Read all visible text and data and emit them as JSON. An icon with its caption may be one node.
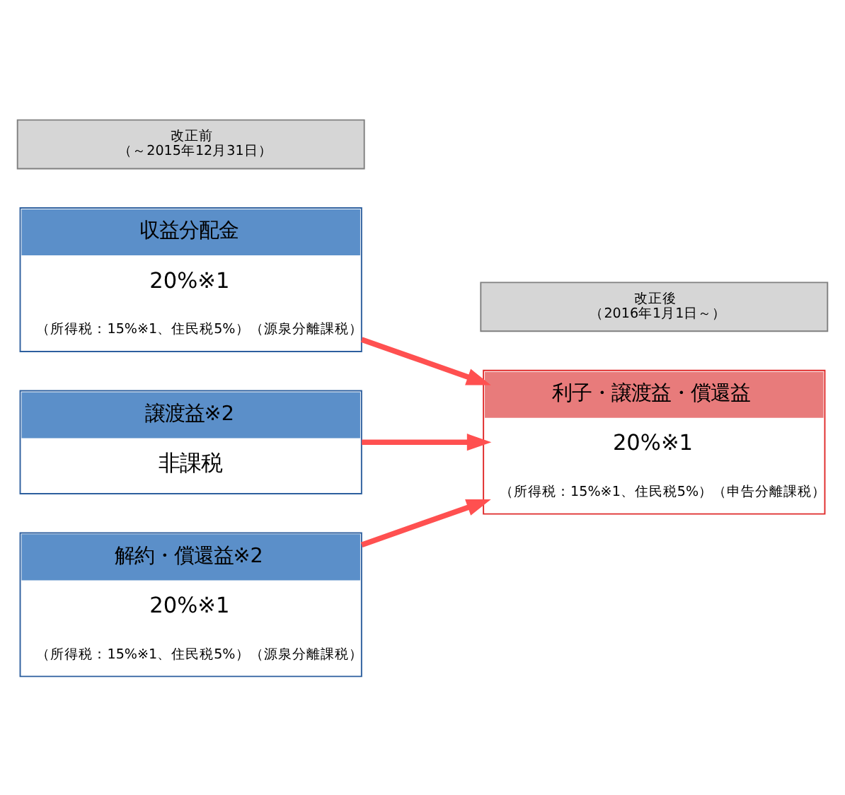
{
  "diagram": {
    "nodes": [
      {
        "text": [
          "改正前",
          "（～2015年12月31日）"
        ]
      },
      {
        "text": [
          "改正後",
          "（2016年1月1日～）"
        ]
      },
      {
        "text": [
          "収益分配金",
          "20%※1",
          "（所得税：15%※1、住民税5%）（源泉分離課税）"
        ]
      },
      {
        "text": [
          "譲渡益※2",
          "非課税"
        ]
      },
      {
        "text": [
          "解約・償還益※2",
          "20%※1",
          "（所得税：15%※1、住民税5%）（源泉分離課税）"
        ]
      },
      {
        "text": [
          "利子・譲渡益・償還益",
          "20%※1",
          "（所得税：15%※1、住民税5%）（申告分離課税）"
        ]
      }
    ],
    "edges": [
      {
        "from": 2,
        "to": 5,
        "arrow": "to"
      },
      {
        "from": 3,
        "to": 5,
        "arrow": "to"
      },
      {
        "from": 4,
        "to": 5,
        "arrow": "to"
      }
    ]
  }
}
